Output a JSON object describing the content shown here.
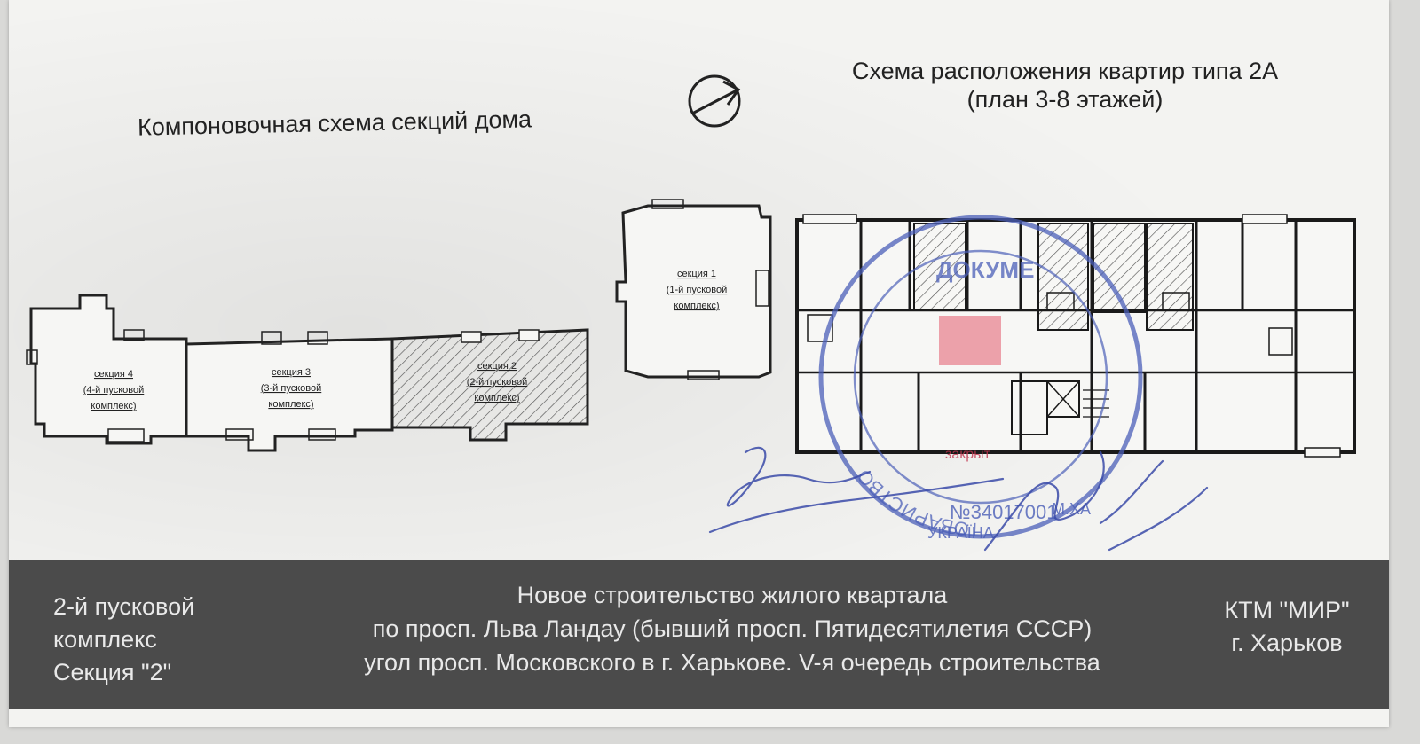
{
  "titles": {
    "layout": "Компоновочная схема секций дома",
    "scheme_line1": "Схема расположения квартир типа 2А",
    "scheme_line2": "(план 3-8 этажей)"
  },
  "sections": [
    {
      "name": "секция 4",
      "line2": "(4-й пусковой",
      "line3": "комплекс)"
    },
    {
      "name": "секция 3",
      "line2": "(3-й пусковой",
      "line3": "комплекс)"
    },
    {
      "name": "секция 2",
      "line2": "(2-й пусковой",
      "line3": "комплекс)"
    },
    {
      "name": "секция 1",
      "line2": "(1-й пусковой",
      "line3": "комплекс)"
    }
  ],
  "stamp": {
    "number": "№34017001",
    "country": "УКРАЇНА",
    "city": "М.ХА",
    "word": "ДОКУМЕ",
    "side": "ТОВАРИСТВО",
    "overlay": "закрыт"
  },
  "footer": {
    "left": [
      "2-й пусковой",
      "комплекс",
      "Секция \"2\""
    ],
    "center": [
      "Новое строительство жилого квартала",
      "по просп. Льва Ландау (бывший просп. Пятидесятилетия СССР)",
      "угол просп. Московского в г. Харькове. V-я очередь строительства"
    ],
    "right": [
      "КТМ \"МИР\"",
      "г. Харьков"
    ]
  },
  "colors": {
    "stamp": "#4b5fb8",
    "hatch": "#555555",
    "footer": "#4b4b4b"
  }
}
